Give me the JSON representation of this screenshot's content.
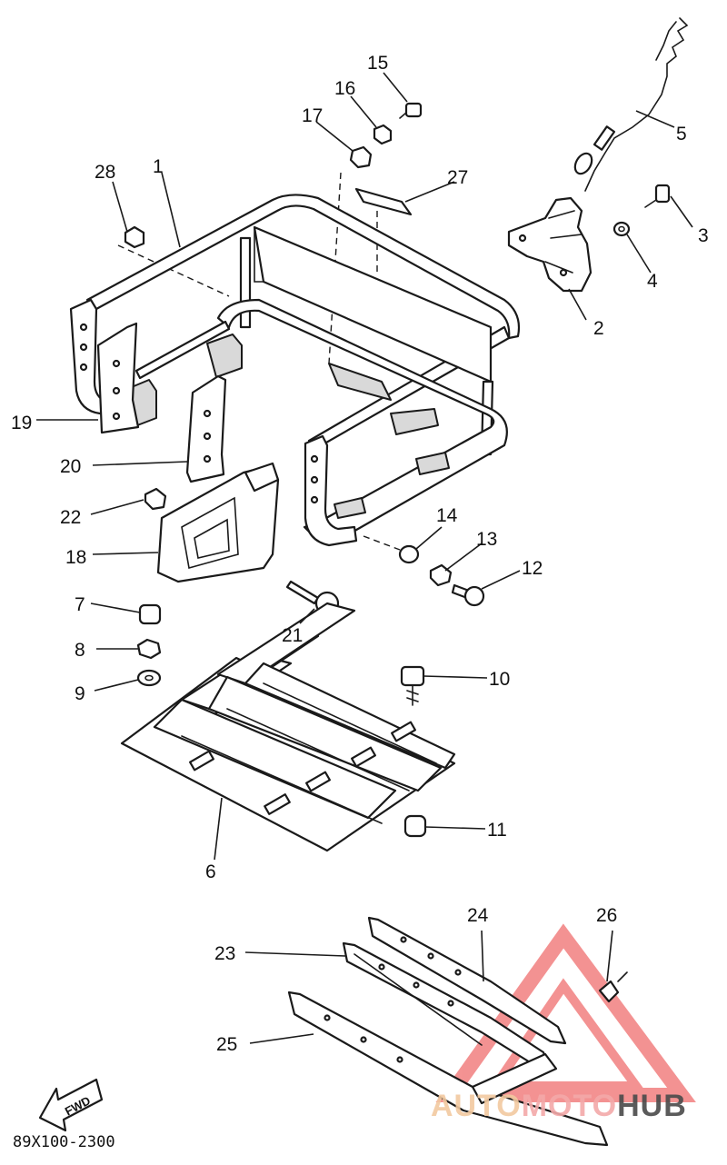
{
  "diagram": {
    "callouts": [
      {
        "id": "1",
        "text": "1"
      },
      {
        "id": "2",
        "text": "2"
      },
      {
        "id": "3",
        "text": "3"
      },
      {
        "id": "4",
        "text": "4"
      },
      {
        "id": "5",
        "text": "5"
      },
      {
        "id": "6",
        "text": "6"
      },
      {
        "id": "7",
        "text": "7"
      },
      {
        "id": "8",
        "text": "8"
      },
      {
        "id": "9",
        "text": "9"
      },
      {
        "id": "10",
        "text": "10"
      },
      {
        "id": "11",
        "text": "11"
      },
      {
        "id": "12",
        "text": "12"
      },
      {
        "id": "13",
        "text": "13"
      },
      {
        "id": "14",
        "text": "14"
      },
      {
        "id": "15",
        "text": "15"
      },
      {
        "id": "16",
        "text": "16"
      },
      {
        "id": "17",
        "text": "17"
      },
      {
        "id": "18",
        "text": "18"
      },
      {
        "id": "19",
        "text": "19"
      },
      {
        "id": "20",
        "text": "20"
      },
      {
        "id": "21",
        "text": "21"
      },
      {
        "id": "22",
        "text": "22"
      },
      {
        "id": "23",
        "text": "23"
      },
      {
        "id": "24",
        "text": "24"
      },
      {
        "id": "25",
        "text": "25"
      },
      {
        "id": "26",
        "text": "26"
      },
      {
        "id": "27",
        "text": "27"
      },
      {
        "id": "28",
        "text": "28"
      }
    ],
    "fwd_label": "FWD",
    "drawing_code": "89X100-2300"
  },
  "watermark": {
    "text_auto": "AUTO",
    "text_moto": "MOTO",
    "text_hub": "HUB",
    "colors": {
      "auto": "#f2c9a0",
      "moto": "#f3a9a9",
      "hub": "#4a4a4a",
      "triangle": "#f28080"
    }
  }
}
